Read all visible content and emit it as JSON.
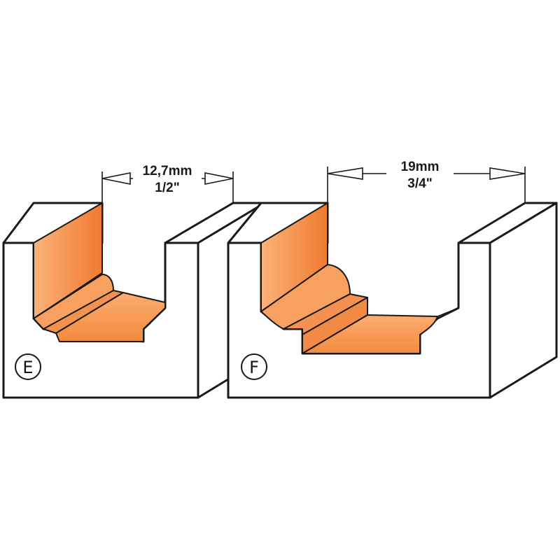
{
  "profiles": [
    {
      "id": "E",
      "badge": "E",
      "dimension_metric": "12,7mm",
      "dimension_imperial": "1/2\""
    },
    {
      "id": "F",
      "badge": "F",
      "dimension_metric": "19mm",
      "dimension_imperial": "3/4\""
    }
  ],
  "colors": {
    "wood_light": "#fbb37a",
    "wood_dark": "#ef7a2e",
    "outline": "#1a1a1a",
    "background": "#ffffff"
  }
}
